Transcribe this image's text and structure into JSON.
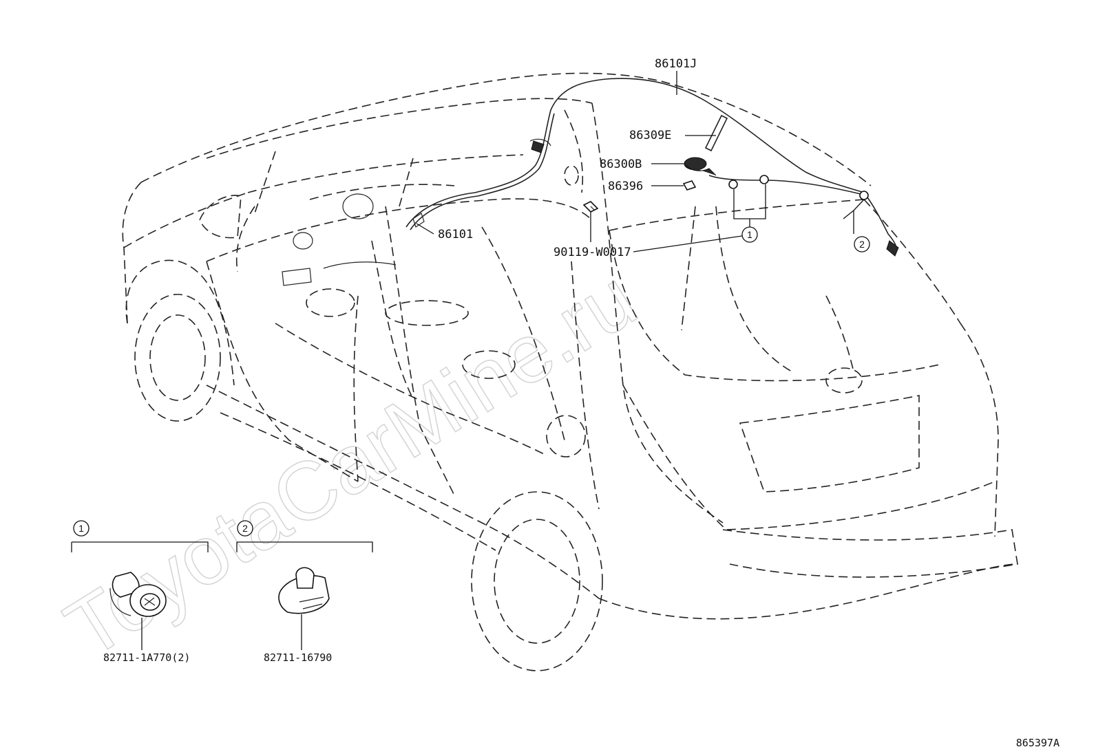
{
  "watermark": "ToyotaCarMine.ru",
  "diagram_id": "865397A",
  "part_labels": {
    "harness_roof": "86101J",
    "harness_main": "86101",
    "antenna_rod": "86309E",
    "antenna_base": "86300B",
    "cushion": "86396",
    "bolt": "90119-W0017",
    "clamp_1": "82711-1A770(2)",
    "clamp_2": "82711-16790"
  },
  "callouts": {
    "c1": "1",
    "c2": "2"
  }
}
